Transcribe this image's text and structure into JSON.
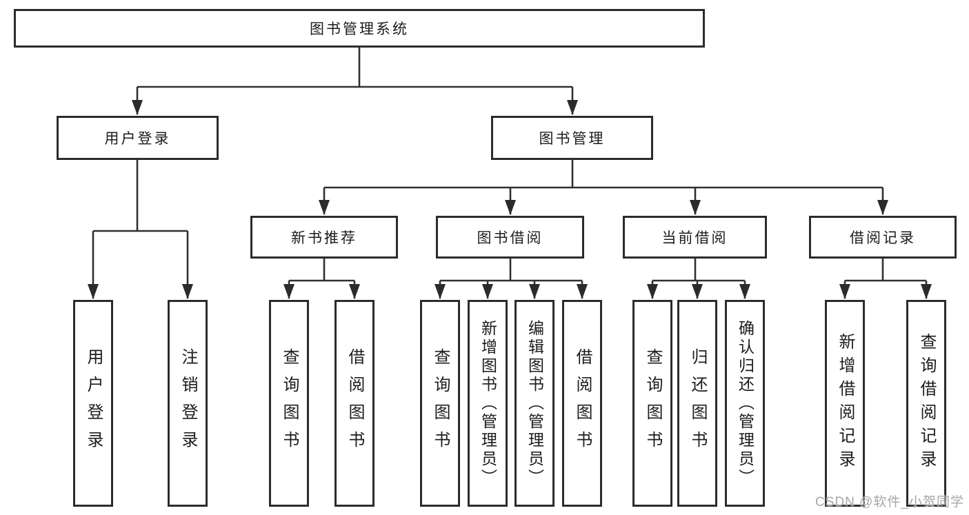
{
  "tree": {
    "label": "图书管理系统",
    "children": [
      {
        "label": "用户登录",
        "children": [
          {
            "label": "用户登录"
          },
          {
            "label": "注销登录"
          }
        ]
      },
      {
        "label": "图书管理",
        "children": [
          {
            "label": "新书推荐",
            "children": [
              {
                "label": "查询图书"
              },
              {
                "label": "借阅图书"
              }
            ]
          },
          {
            "label": "图书借阅",
            "children": [
              {
                "label": "查询图书"
              },
              {
                "label": "新增图书（管理员）"
              },
              {
                "label": "编辑图书（管理员）"
              },
              {
                "label": "借阅图书"
              }
            ]
          },
          {
            "label": "当前借阅",
            "children": [
              {
                "label": "查询图书"
              },
              {
                "label": "归还图书"
              },
              {
                "label": "确认归还（管理员）"
              }
            ]
          },
          {
            "label": "借阅记录",
            "children": [
              {
                "label": "新增借阅记录"
              },
              {
                "label": "查询借阅记录"
              }
            ]
          }
        ]
      }
    ]
  },
  "watermark": {
    "text": "CSDN @软件_小贺同学"
  },
  "colors": {
    "background": "#ffffff",
    "box_border": "#2b2b2b",
    "line": "#303030",
    "text": "#1c1c1c",
    "watermark": "#a6a6a6"
  }
}
